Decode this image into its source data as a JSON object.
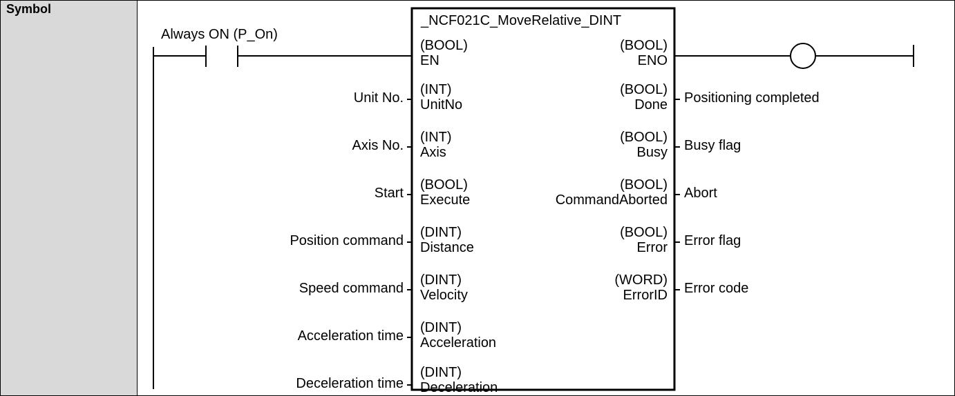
{
  "section": {
    "header": "Symbol"
  },
  "block": {
    "name": "_NCF021C_MoveRelative_DINT"
  },
  "contact": {
    "label": "Always ON (P_On)"
  },
  "inputs": [
    {
      "type": "(BOOL)",
      "pin": "EN",
      "label": ""
    },
    {
      "type": "(INT)",
      "pin": "UnitNo",
      "label": "Unit No."
    },
    {
      "type": "(INT)",
      "pin": "Axis",
      "label": "Axis No."
    },
    {
      "type": "(BOOL)",
      "pin": "Execute",
      "label": "Start"
    },
    {
      "type": "(DINT)",
      "pin": "Distance",
      "label": "Position  command"
    },
    {
      "type": "(DINT)",
      "pin": "Velocity",
      "label": "Speed  command"
    },
    {
      "type": "(DINT)",
      "pin": "Acceleration",
      "label": "Acceleration  time"
    },
    {
      "type": "(DINT)",
      "pin": "Deceleration",
      "label": "Deceleration time"
    }
  ],
  "outputs": [
    {
      "type": "(BOOL)",
      "pin": "ENO",
      "label": ""
    },
    {
      "type": "(BOOL)",
      "pin": "Done",
      "label": "Positioning completed"
    },
    {
      "type": "(BOOL)",
      "pin": "Busy",
      "label": "Busy flag"
    },
    {
      "type": "(BOOL)",
      "pin": "CommandAborted",
      "label": "Abort"
    },
    {
      "type": "(BOOL)",
      "pin": "Error",
      "label": "Error flag"
    },
    {
      "type": "(WORD)",
      "pin": "ErrorID",
      "label": "Error code"
    }
  ]
}
